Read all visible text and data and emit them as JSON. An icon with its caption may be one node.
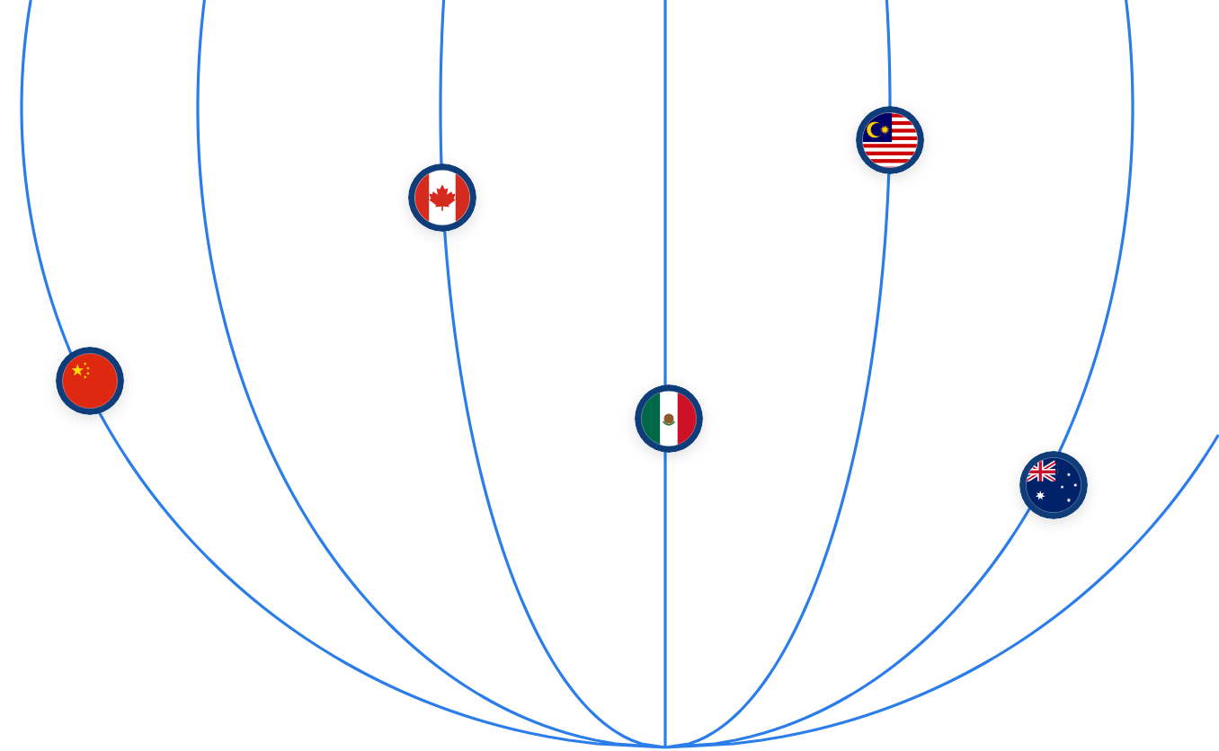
{
  "diagram": {
    "nodes": [
      {
        "text": [],
        "shape": "picture"
      },
      {
        "text": [],
        "shape": "picture"
      },
      {
        "text": [],
        "shape": "picture"
      },
      {
        "text": [],
        "shape": "picture"
      },
      {
        "text": [],
        "shape": "picture"
      }
    ]
  }
}
